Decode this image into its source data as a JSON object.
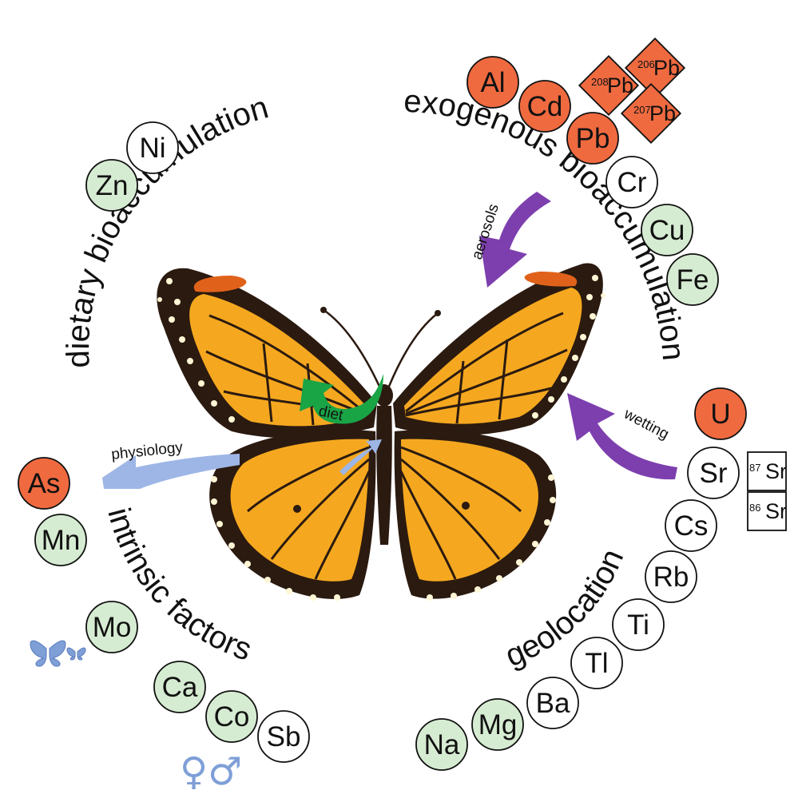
{
  "colors": {
    "red": "#f06a40",
    "green": "#d6ecd2",
    "white": "#ffffff",
    "purple": "#7d3fae",
    "green_arrow": "#19a446",
    "blue_arrow": "#9db6e6",
    "wing_orange": "#f5a81f",
    "wing_black": "#2b1a10",
    "symbol_blue": "#7f9fd7"
  },
  "groups": {
    "dietary": {
      "label": "dietary bioaccumulation"
    },
    "exogenous": {
      "label": "exogenous bioaccumulation"
    },
    "geolocation": {
      "label": "geolocation"
    },
    "intrinsic": {
      "label": "intrinsic factors"
    }
  },
  "elements": [
    {
      "symbol": "Ni",
      "fill": "white"
    },
    {
      "symbol": "Zn",
      "fill": "green"
    },
    {
      "symbol": "Al",
      "fill": "red"
    },
    {
      "symbol": "Cd",
      "fill": "red"
    },
    {
      "symbol": "Pb",
      "fill": "red"
    },
    {
      "symbol": "Cr",
      "fill": "white"
    },
    {
      "symbol": "Cu",
      "fill": "green"
    },
    {
      "symbol": "Fe",
      "fill": "green"
    },
    {
      "symbol": "U",
      "fill": "red"
    },
    {
      "symbol": "Sr",
      "fill": "white"
    },
    {
      "symbol": "Cs",
      "fill": "white"
    },
    {
      "symbol": "Rb",
      "fill": "white"
    },
    {
      "symbol": "Ti",
      "fill": "white"
    },
    {
      "symbol": "Tl",
      "fill": "white"
    },
    {
      "symbol": "Ba",
      "fill": "white"
    },
    {
      "symbol": "Mg",
      "fill": "green"
    },
    {
      "symbol": "Na",
      "fill": "green"
    },
    {
      "symbol": "As",
      "fill": "red"
    },
    {
      "symbol": "Mn",
      "fill": "green"
    },
    {
      "symbol": "Mo",
      "fill": "green"
    },
    {
      "symbol": "Ca",
      "fill": "green"
    },
    {
      "symbol": "Co",
      "fill": "green"
    },
    {
      "symbol": "Sb",
      "fill": "white"
    }
  ],
  "isotopes": [
    {
      "mass": "206",
      "symbol": "Pb",
      "fill": "red"
    },
    {
      "mass": "208",
      "symbol": "Pb",
      "fill": "red"
    },
    {
      "mass": "207",
      "symbol": "Pb",
      "fill": "red"
    },
    {
      "mass": "87",
      "symbol": "Sr",
      "fill": "white"
    },
    {
      "mass": "86",
      "symbol": "Sr",
      "fill": "white"
    }
  ],
  "arrows": {
    "aerosols": "aerosols",
    "wetting": "wetting",
    "diet": "diet",
    "physiology": "physiology"
  },
  "symbols": {
    "sex": "♀♂"
  }
}
